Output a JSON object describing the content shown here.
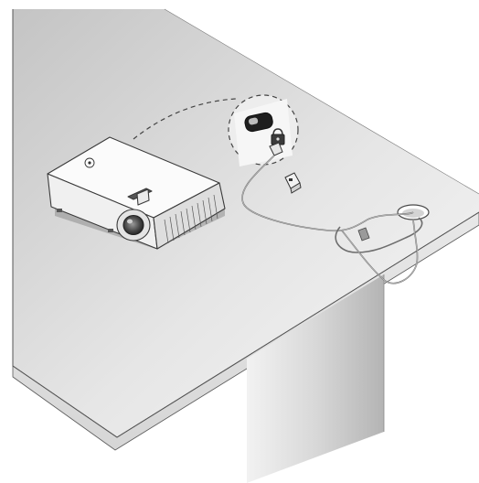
{
  "illustration": {
    "subject": "projector-security-cable-setup",
    "components": [
      "table",
      "projector",
      "security-slot-callout",
      "security-cable",
      "cable-lock",
      "table-hole"
    ],
    "colors": {
      "background": "#ffffff",
      "table_top": "#c9c9c9",
      "table_top_light": "#ededed",
      "table_edge": "#e2e2e2",
      "table_leg": "#bdbdbd",
      "outline": "#4a4a4a",
      "projector_body": "#f7f7f7",
      "cable": "#777777",
      "callout_fill": "#ececec"
    }
  }
}
